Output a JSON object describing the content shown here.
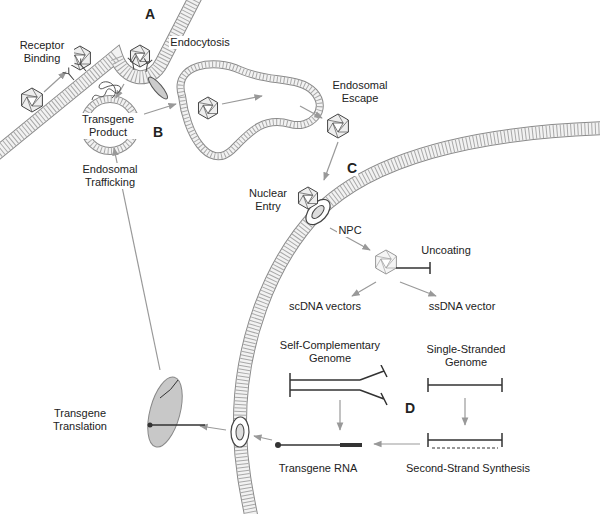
{
  "diagram": {
    "labels": [
      "A",
      "Receptor Binding",
      "Endocytosis",
      "Endosomal Trafficking",
      "B",
      "Endosomal Escape",
      "C",
      "Nuclear Entry",
      "NPC",
      "Uncoating",
      "scDNA vectors",
      "ssDNA vector",
      "Self-Complementary Genome",
      "D",
      "Single-Stranded Genome",
      "Second-Strand Synthesis",
      "Transgene RNA",
      "Transgene Translation",
      "Transgene Product"
    ]
  }
}
